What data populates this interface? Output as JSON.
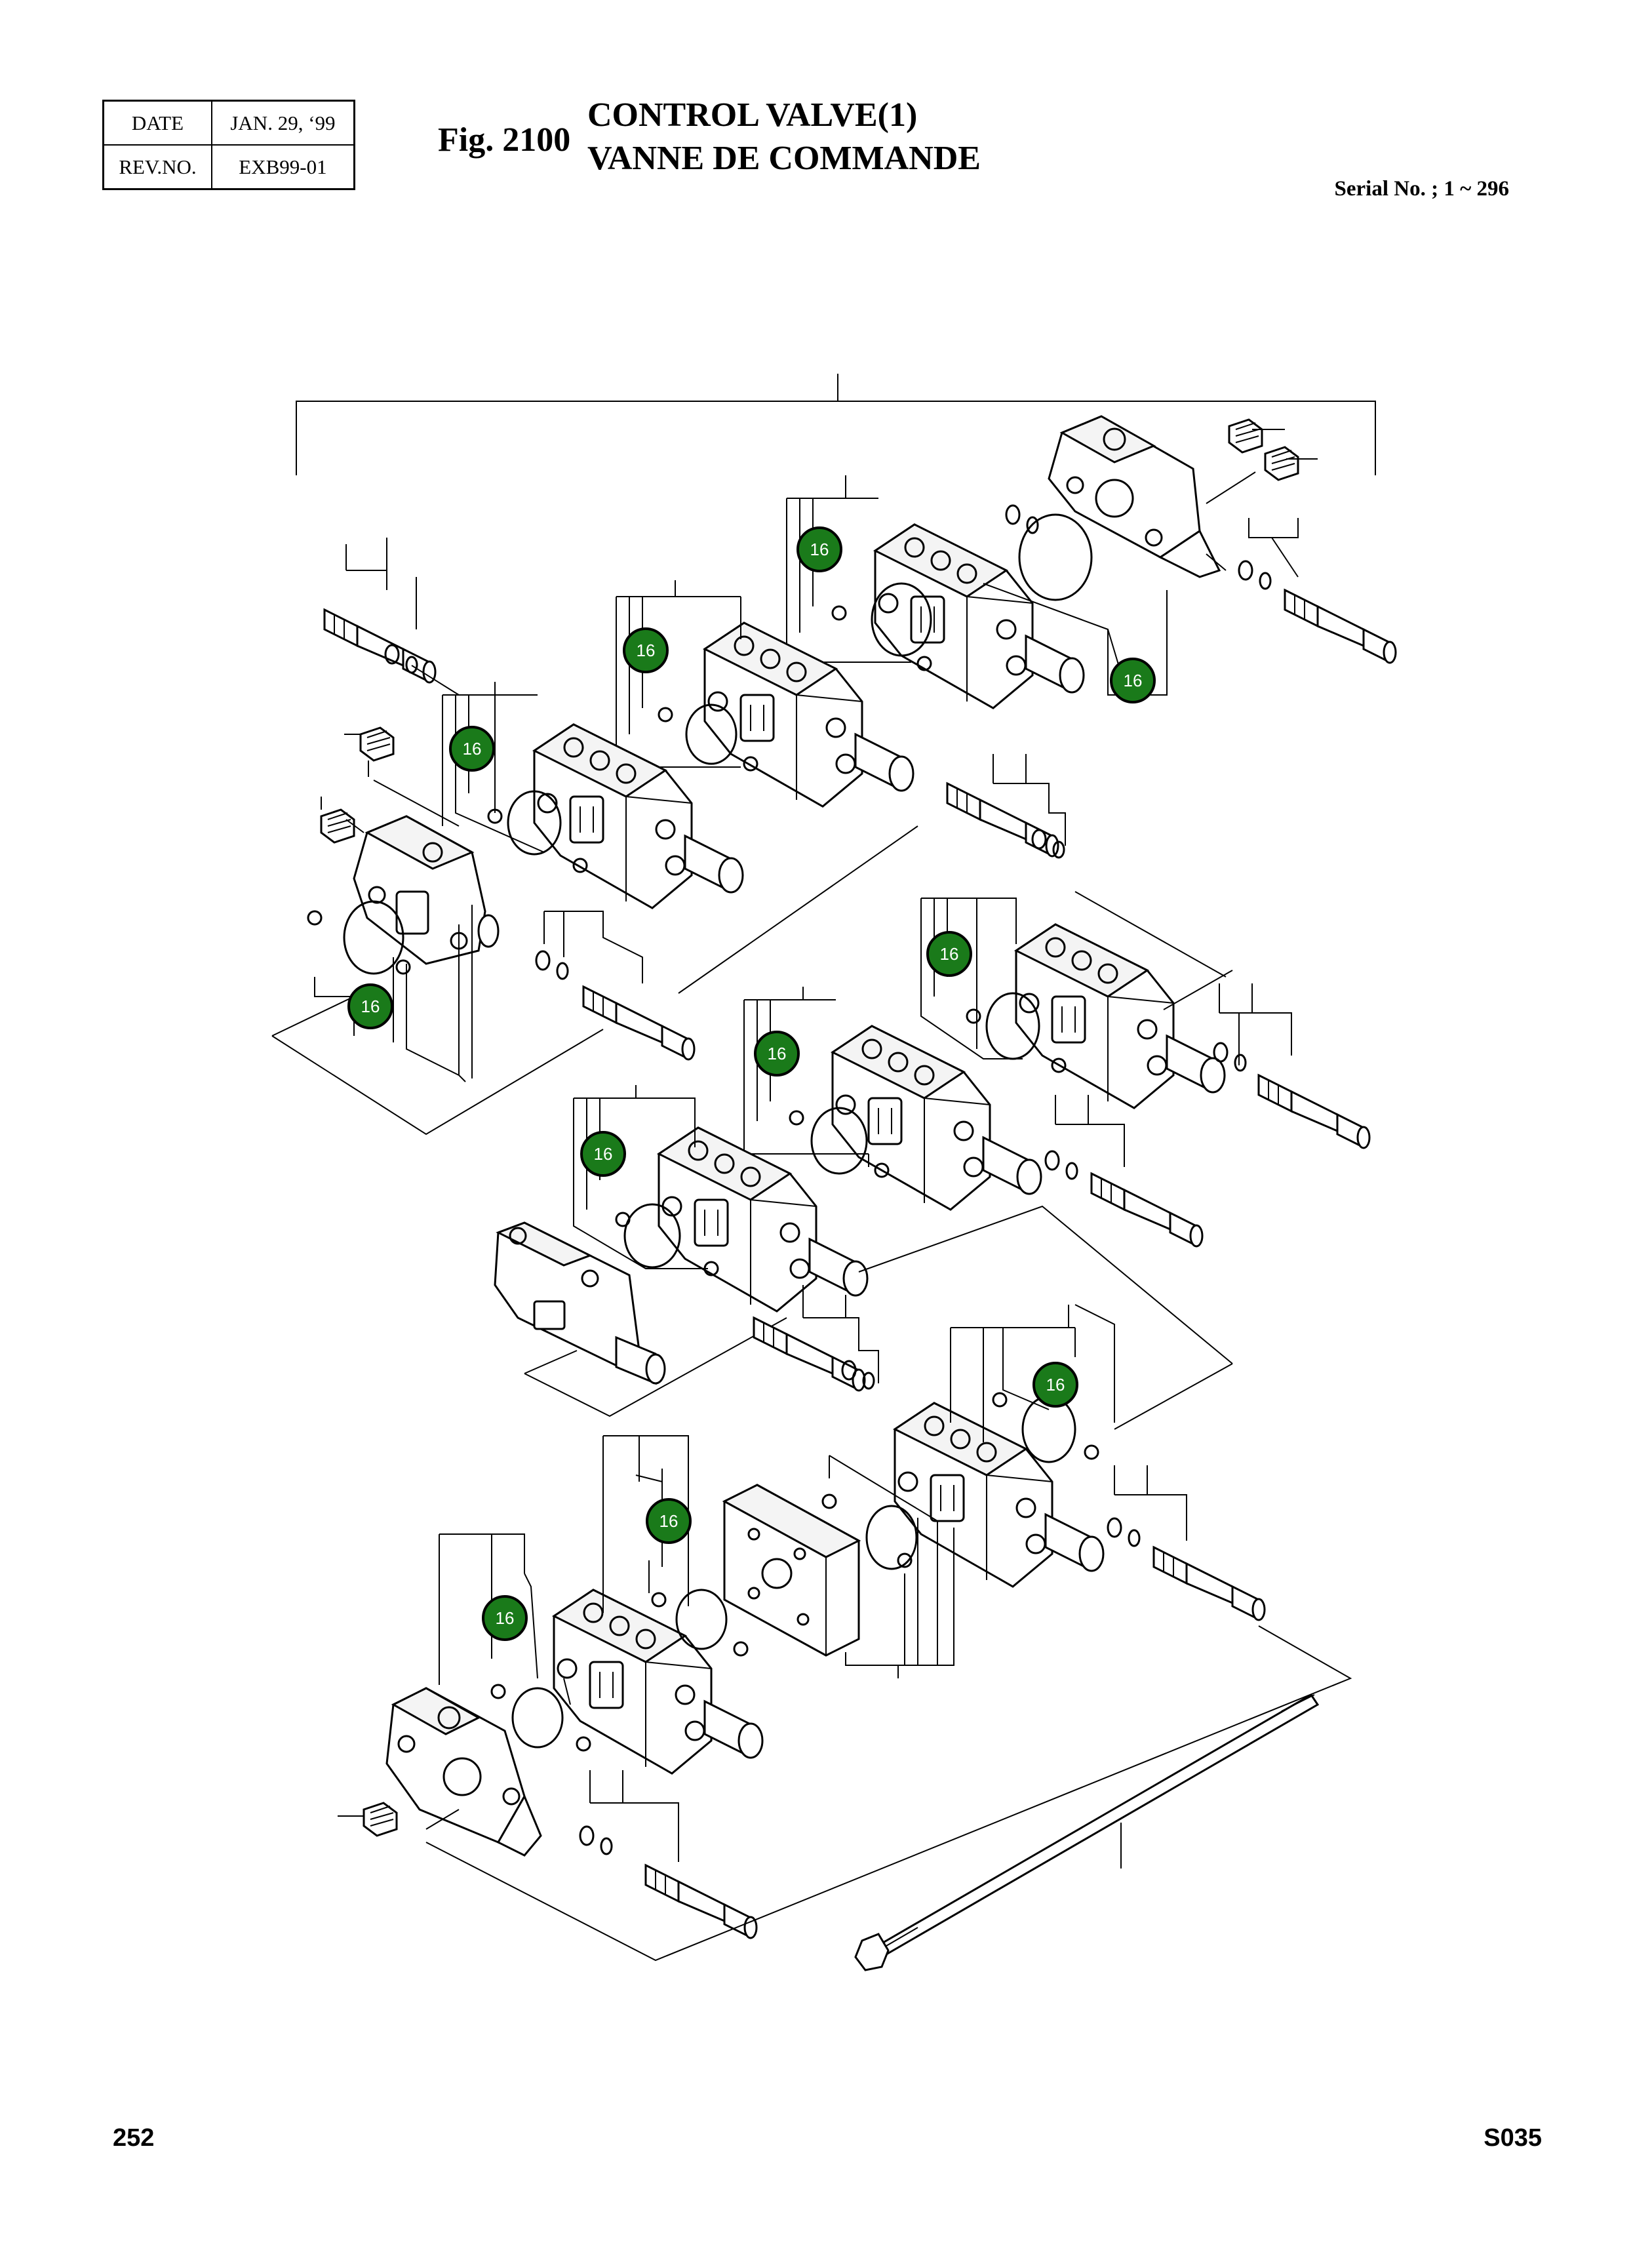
{
  "header": {
    "date_label": "DATE",
    "date_value": "JAN. 29, ‘99",
    "rev_label": "REV.NO.",
    "rev_value": "EXB99-01"
  },
  "figure": {
    "number": "Fig. 2100",
    "title_line1": "CONTROL VALVE(1)",
    "title_line2": "VANNE DE COMMANDE"
  },
  "serial": "Serial No. ; 1 ~ 296",
  "callouts": [
    "16",
    "16",
    "16",
    "16",
    "16",
    "16",
    "16",
    "16",
    "16",
    "16",
    "16"
  ],
  "footer": {
    "page_number": "252",
    "doc_code": "S035"
  },
  "colors": {
    "badge_fill": "#1a7a1a",
    "badge_text": "#ffffff",
    "line": "#000000"
  }
}
